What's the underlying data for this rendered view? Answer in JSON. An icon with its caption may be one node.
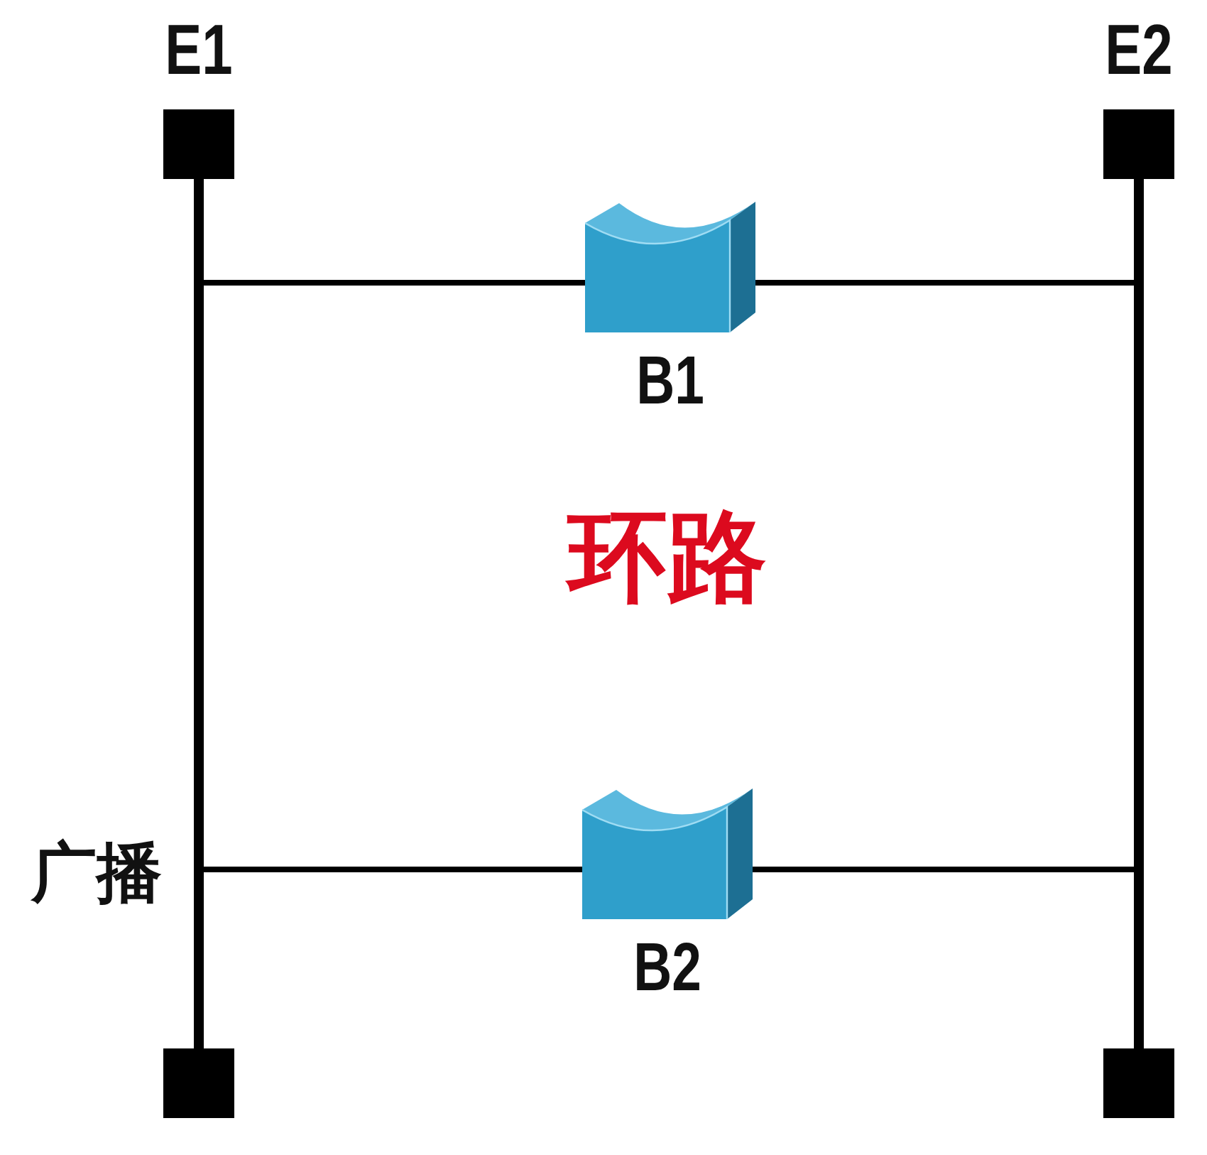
{
  "diagram": {
    "nodes": [
      {
        "text": [
          "E1"
        ]
      },
      {
        "text": [
          "E2"
        ]
      },
      {
        "text": [
          "B1"
        ]
      },
      {
        "text": [
          "B2"
        ]
      }
    ],
    "edges": [
      {
        "from": 2,
        "to": 0,
        "arrow": "none"
      },
      {
        "from": 2,
        "to": 1,
        "arrow": "none"
      },
      {
        "from": 3,
        "to": 0,
        "arrow": "none"
      },
      {
        "from": 3,
        "to": 1,
        "arrow": "none"
      }
    ],
    "labels": [
      "环路",
      "广播"
    ]
  }
}
